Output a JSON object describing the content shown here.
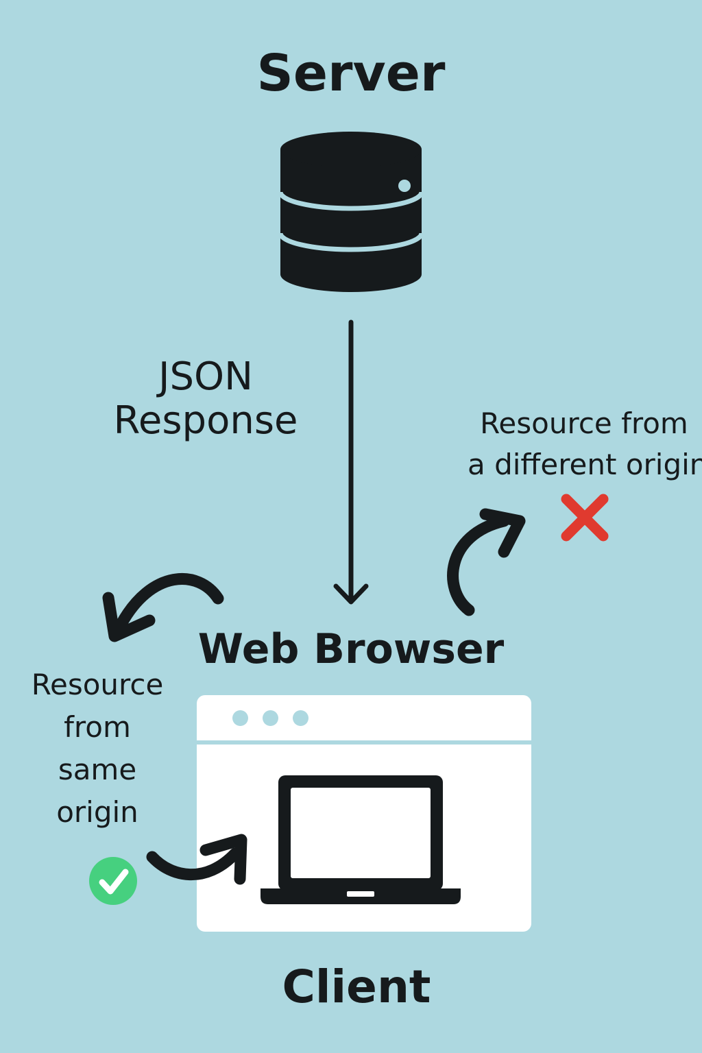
{
  "server": {
    "title": "Server",
    "icon": "database-icon"
  },
  "response": {
    "lines": [
      "JSON",
      "Response"
    ]
  },
  "different_origin": {
    "lines": [
      "Resource from",
      "a different origin"
    ],
    "status_icon": "cross-icon",
    "status_color": "#e03a2f"
  },
  "browser": {
    "title": "Web Browser",
    "icon": "laptop-icon"
  },
  "same_origin": {
    "lines": [
      "Resource",
      "from",
      "same",
      "origin"
    ],
    "status_icon": "check-icon",
    "status_color": "#46d07f"
  },
  "client": {
    "title": "Client"
  },
  "colors": {
    "background": "#add8e0",
    "ink": "#161a1c",
    "window": "#ffffff"
  }
}
